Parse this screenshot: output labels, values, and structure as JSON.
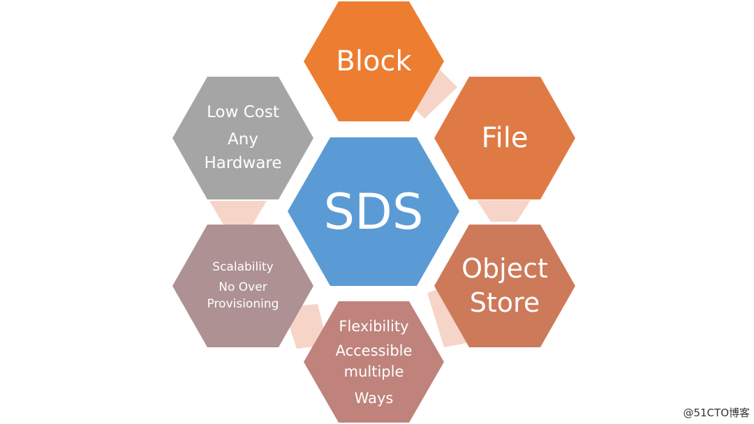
{
  "center": {
    "label": "SDS",
    "color": "#5b9bd5"
  },
  "hexagons": [
    {
      "id": "block",
      "lines": [
        "Block"
      ],
      "color": "#ed7d31"
    },
    {
      "id": "file",
      "lines": [
        "File"
      ],
      "color": "#e07a45"
    },
    {
      "id": "object-store",
      "lines": [
        "Object",
        "Store"
      ],
      "color": "#cd7a5a"
    },
    {
      "id": "flexibility",
      "lines": [
        "Flexibility",
        "Accessible",
        "multiple",
        "Ways"
      ],
      "color": "#bf837c"
    },
    {
      "id": "scalability",
      "lines": [
        "Scalability",
        "No Over",
        "Provisioning"
      ],
      "color": "#ae9193"
    },
    {
      "id": "low-cost",
      "lines": [
        "Low Cost",
        "Any",
        "Hardware"
      ],
      "color": "#a5a5a5"
    }
  ],
  "connector_color": "#f6d5c8",
  "watermark": "@51CTO博客"
}
